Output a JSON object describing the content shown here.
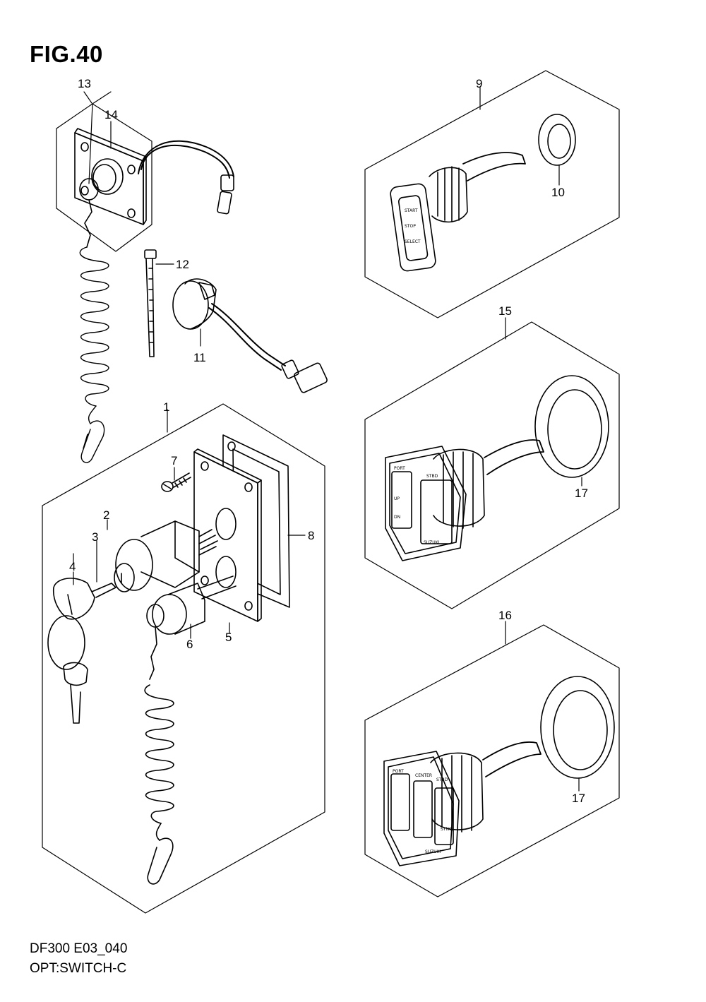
{
  "figure": {
    "title": "FIG.40"
  },
  "footer": {
    "model_line": "DF300 E03_040",
    "section_line": "OPT:SWITCH-C"
  },
  "callouts": {
    "c1": "1",
    "c2": "2",
    "c3": "3",
    "c4": "4",
    "c5": "5",
    "c6": "6",
    "c7": "7",
    "c8": "8",
    "c9": "9",
    "c10": "10",
    "c11": "11",
    "c12": "12",
    "c13": "13",
    "c14": "14",
    "c15": "15",
    "c16": "16",
    "c17a": "17",
    "c17b": "17"
  },
  "panel_labels": {
    "start": "START",
    "stop": "STOP",
    "select": "SELECT",
    "up": "UP",
    "dn": "DN",
    "port": "PORT",
    "stbd": "STBD",
    "center": "CENTER",
    "sync": "SYNC",
    "brand": "SUZUKI"
  }
}
